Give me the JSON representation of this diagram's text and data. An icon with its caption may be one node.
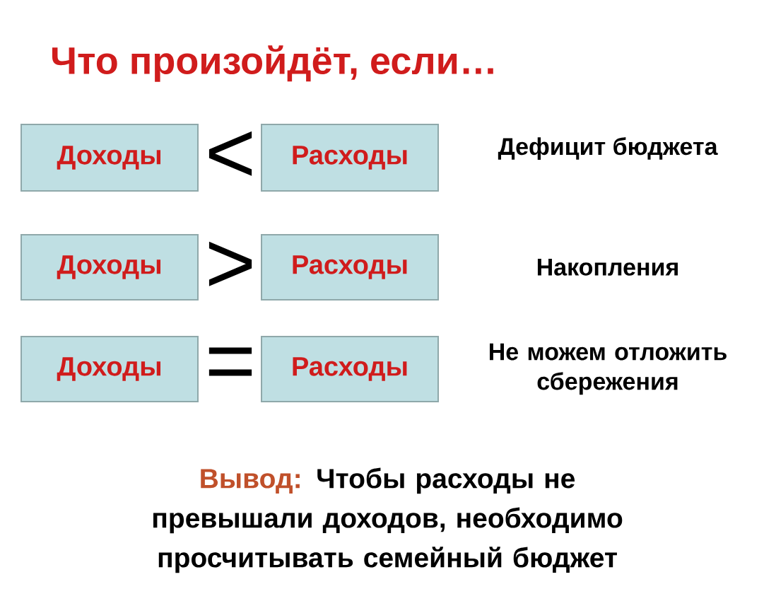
{
  "diagram": {
    "title": "Что произойдёт, если…",
    "nodes": [
      {
        "text": [
          "Доходы"
        ]
      },
      {
        "text": [
          "Расходы"
        ]
      },
      {
        "text": [
          "Доходы"
        ]
      },
      {
        "text": [
          "Расходы"
        ]
      },
      {
        "text": [
          "Доходы"
        ]
      },
      {
        "text": [
          "Расходы"
        ]
      }
    ],
    "labels": [
      "<",
      "Дефицит бюджета",
      ">",
      "Накопления",
      "=",
      "Не можем отложить сбережения",
      "Вывод:",
      "Чтобы  расходы не превышали доходов, необходимо просчитывать семейный бюджет"
    ]
  }
}
